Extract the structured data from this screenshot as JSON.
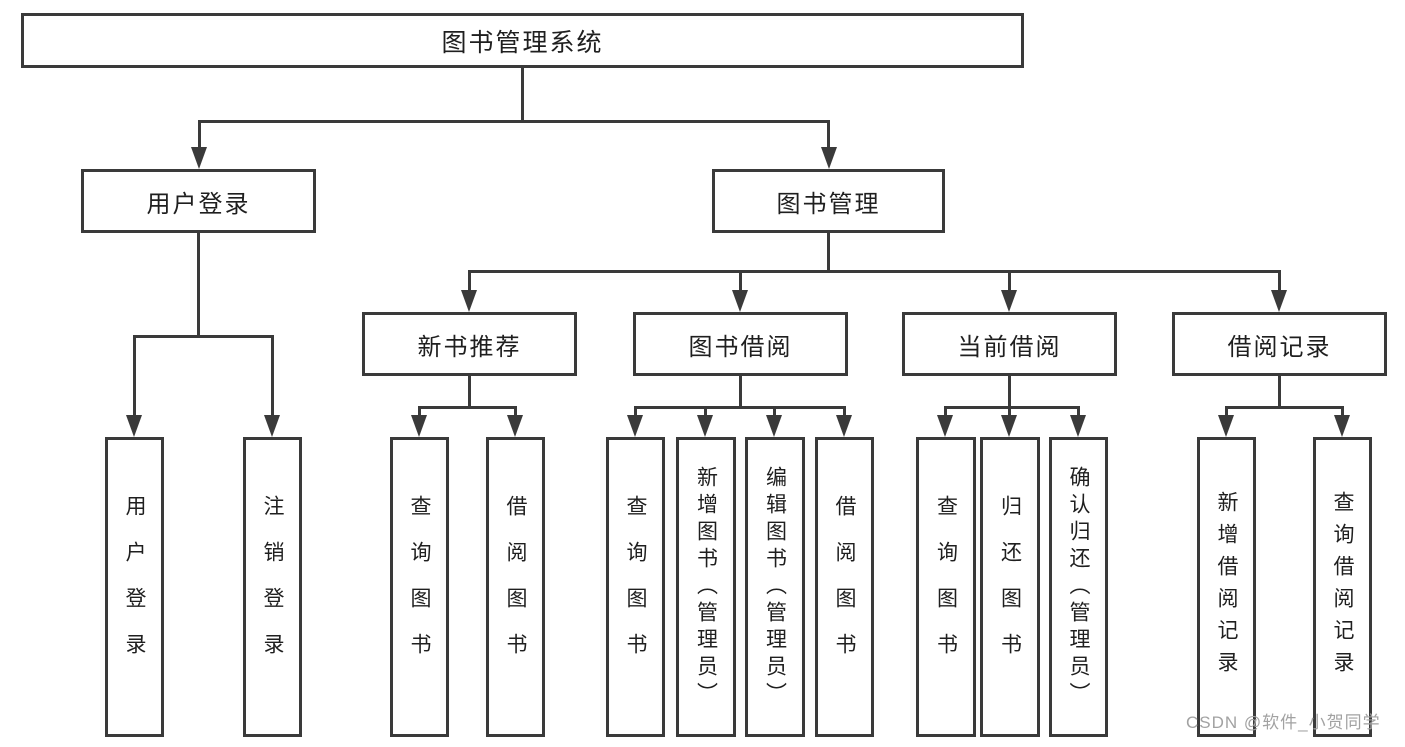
{
  "colors": {
    "line": "#3a3a3a",
    "text": "#1f1f1f",
    "watermark": "#a2a2a2",
    "background": "#ffffff"
  },
  "root": "图书管理系统",
  "user_login": {
    "label": "用户登录",
    "leaves": [
      "用户登录",
      "注销登录"
    ]
  },
  "book_management": {
    "label": "图书管理",
    "sections": {
      "new_book": {
        "label": "新书推荐",
        "leaves": [
          "查询图书",
          "借阅图书"
        ]
      },
      "borrow": {
        "label": "图书借阅",
        "leaves": [
          "查询图书",
          "新增图书（管理员）",
          "编辑图书（管理员）",
          "借阅图书"
        ]
      },
      "current": {
        "label": "当前借阅",
        "leaves": [
          "查询图书",
          "归还图书",
          "确认归还（管理员）"
        ]
      },
      "records": {
        "label": "借阅记录",
        "leaves": [
          "新增借阅记录",
          "查询借阅记录"
        ]
      }
    }
  },
  "watermark": "CSDN @软件_小贺同学"
}
